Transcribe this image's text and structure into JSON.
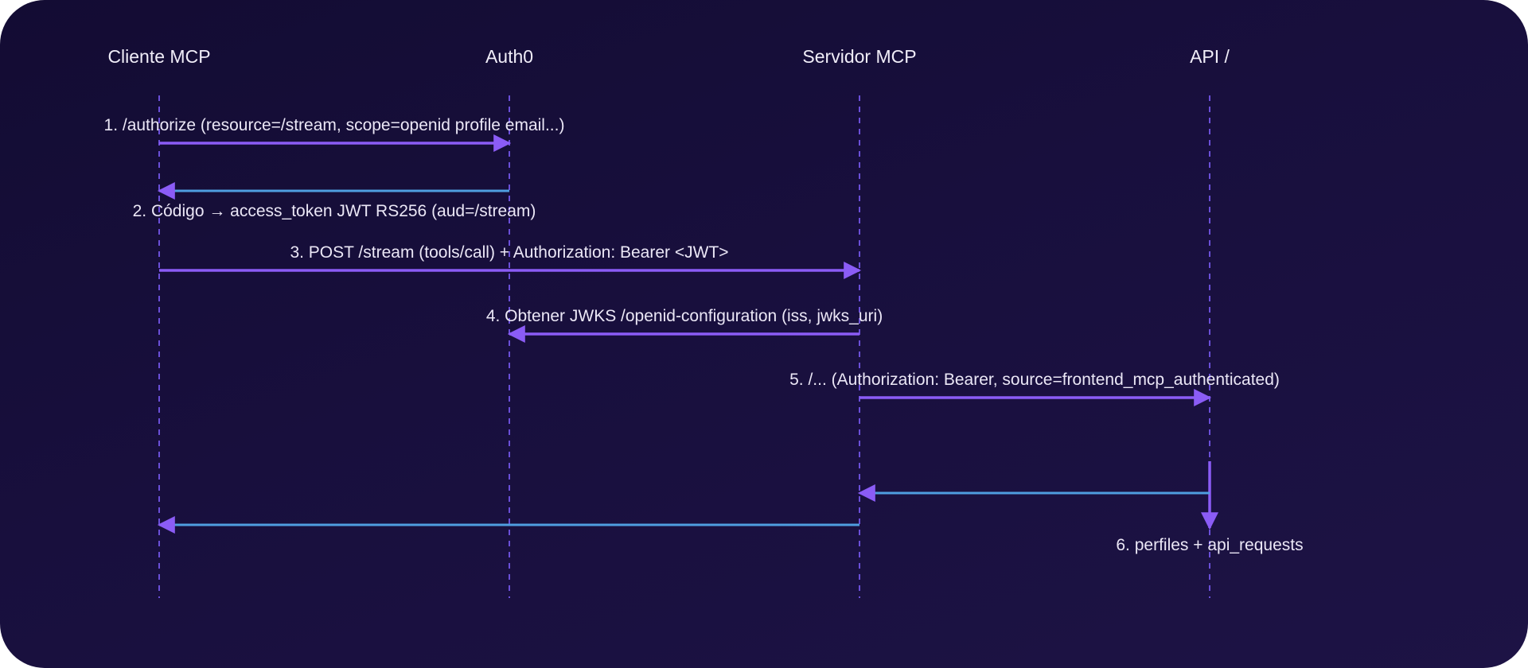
{
  "colors": {
    "lifeline": "#6a4fd8",
    "request_arrow": "#8b5cf6",
    "response_arrow": "#4f9ee0",
    "arrowhead": "#8b5cf6",
    "text": "#ebe7f6"
  },
  "actors": [
    {
      "id": "client",
      "label": "Cliente MCP"
    },
    {
      "id": "auth0",
      "label": "Auth0"
    },
    {
      "id": "server",
      "label": "Servidor MCP"
    },
    {
      "id": "api",
      "label": "API /"
    }
  ],
  "messages": [
    {
      "id": "m1",
      "label": "1. /authorize (resource=/stream, scope=openid profile email...)"
    },
    {
      "id": "m2",
      "label": "2. Código → access_token JWT RS256 (aud=/stream)"
    },
    {
      "id": "m3",
      "label": "3. POST /stream (tools/call) + Authorization: Bearer <JWT>"
    },
    {
      "id": "m4",
      "label": "4. Obtener JWKS /openid-configuration (iss, jwks_uri)"
    },
    {
      "id": "m5",
      "label": "5. /... (Authorization: Bearer, source=frontend_mcp_authenticated)"
    },
    {
      "id": "m6",
      "label": "6. perfiles + api_requests"
    }
  ]
}
